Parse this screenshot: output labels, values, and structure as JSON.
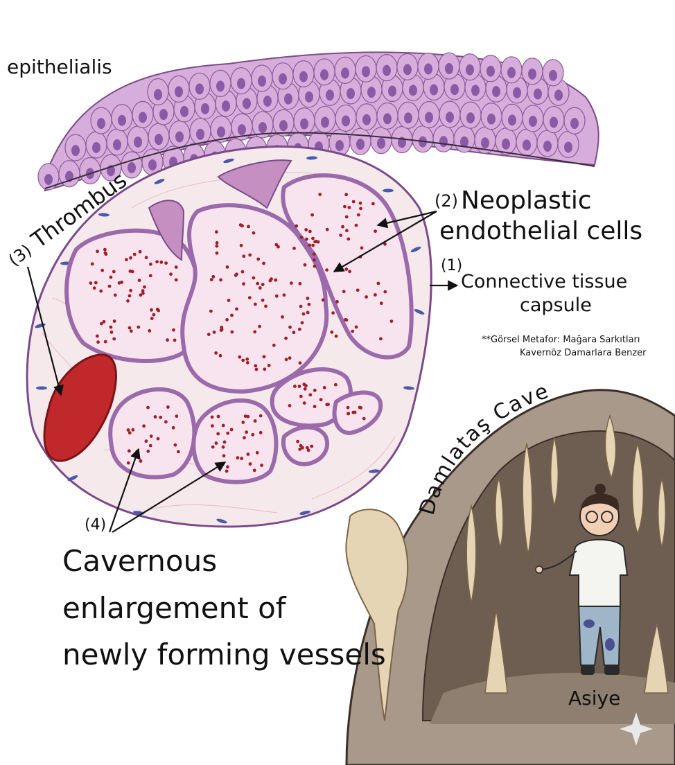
{
  "labels": {
    "epithelialis": "epithelialis",
    "thrombus_num": "(3)",
    "thrombus": "Thrombus",
    "neoplastic_num": "(2)",
    "neoplastic_line1": "Neoplastic",
    "neoplastic_line2": "endothelial cells",
    "capsule_num": "(1)",
    "capsule_line1": "Connective tissue",
    "capsule_line2": "capsule",
    "cavernous_num": "(4)",
    "cavernous_line1": "Cavernous",
    "cavernous_line2": "enlargement of",
    "cavernous_line3": "newly forming vessels",
    "metaphor_line1": "**Görsel Metafor: Mağara Sarkıtları",
    "metaphor_line2": "Kavernöz Damarlara Benzer",
    "cave_title": "Damlataş Cave",
    "person": "Asiye"
  },
  "colors": {
    "epithelium": "#d7aedb",
    "nucleus": "#8a5aa6",
    "vessel_wall": "#9a6aaa",
    "lumen": "#f8e4ee",
    "rbc_dot": "#a01e2a",
    "thrombus": "#c0282c",
    "capsule_fill": "#f6e9ec",
    "cave_rock": "#a8998a",
    "cave_dark": "#6e5e52",
    "stalactite": "#e6d5b4"
  }
}
